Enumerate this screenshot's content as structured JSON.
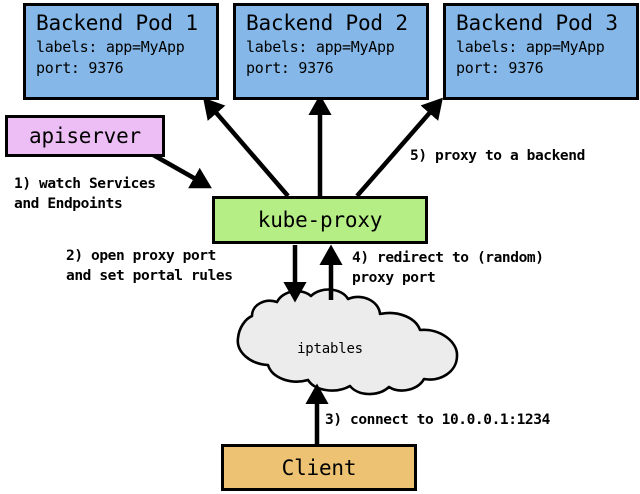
{
  "diagram": {
    "title": "kube-proxy service routing diagram",
    "colors": {
      "pod_fill": "#85b8e8",
      "apiserver_fill": "#edbdf5",
      "kubeproxy_fill": "#b6ee86",
      "client_fill": "#edc373",
      "cloud_fill": "#ececec",
      "stroke": "#000000"
    },
    "pods": [
      {
        "title": "Backend Pod 1",
        "labels_line": "labels: app=MyApp",
        "port_line": "port: 9376"
      },
      {
        "title": "Backend Pod 2",
        "labels_line": "labels: app=MyApp",
        "port_line": "port: 9376"
      },
      {
        "title": "Backend Pod 3",
        "labels_line": "labels: app=MyApp",
        "port_line": "port: 9376"
      }
    ],
    "apiserver": {
      "label": "apiserver"
    },
    "kubeproxy": {
      "label": "kube-proxy"
    },
    "iptables": {
      "label": "iptables"
    },
    "client": {
      "label": "Client"
    },
    "edges": [
      {
        "id": "watch",
        "line1": "1) watch Services",
        "line2": "and Endpoints"
      },
      {
        "id": "open-proxy-port",
        "line1": "2) open proxy port",
        "line2": "and set portal rules"
      },
      {
        "id": "connect",
        "line1": "3) connect to 10.0.0.1:1234",
        "line2": ""
      },
      {
        "id": "redirect",
        "line1": "4) redirect to (random)",
        "line2": "proxy port"
      },
      {
        "id": "proxy-backend",
        "line1": "5) proxy to a backend",
        "line2": ""
      }
    ]
  }
}
